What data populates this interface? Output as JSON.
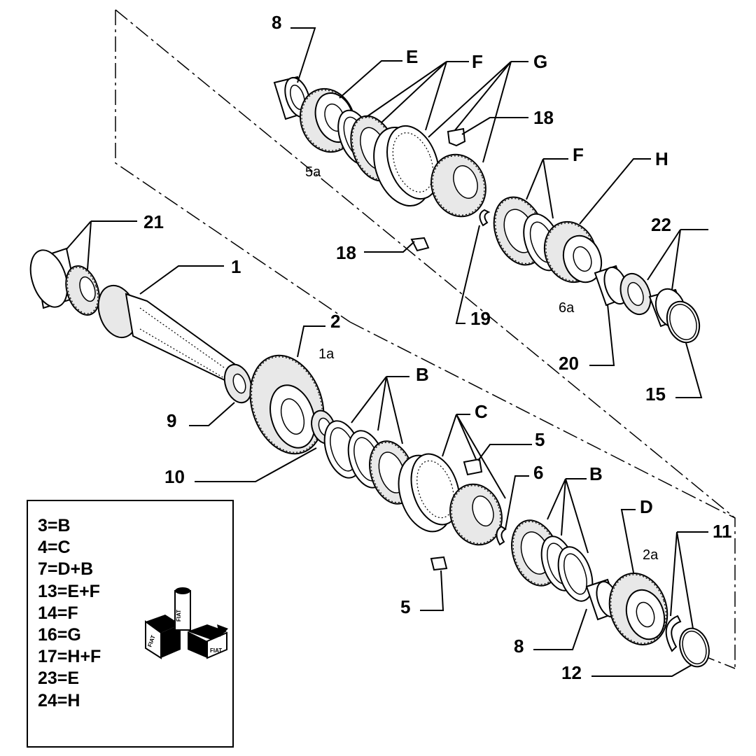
{
  "callouts": {
    "c8_top": "8",
    "cE": "E",
    "cF_top": "F",
    "cG": "G",
    "c18_top": "18",
    "c21": "21",
    "c1": "1",
    "c18_mid": "18",
    "cF_mid": "F",
    "cH": "H",
    "c22": "22",
    "c19": "19",
    "c20": "20",
    "c15": "15",
    "c2": "2",
    "c9": "9",
    "cB_top": "B",
    "c10": "10",
    "cC": "C",
    "c5_top": "5",
    "c6": "6",
    "cB_bot": "B",
    "cD": "D",
    "c11": "11",
    "c5_bot": "5",
    "c8_bot": "8",
    "c12": "12"
  },
  "sublabels": {
    "s5a": "5a",
    "s6a": "6a",
    "s1a": "1a",
    "s2a": "2a"
  },
  "legend": {
    "items": [
      "3=B",
      "4=C",
      "7=D+B",
      "13=E+F",
      "14=F",
      "16=G",
      "17=H+F",
      "23=E",
      "24=H"
    ],
    "icon": "manual-book-icon",
    "icon_text": [
      "FIAT",
      "FIAT",
      "FIAT"
    ]
  }
}
